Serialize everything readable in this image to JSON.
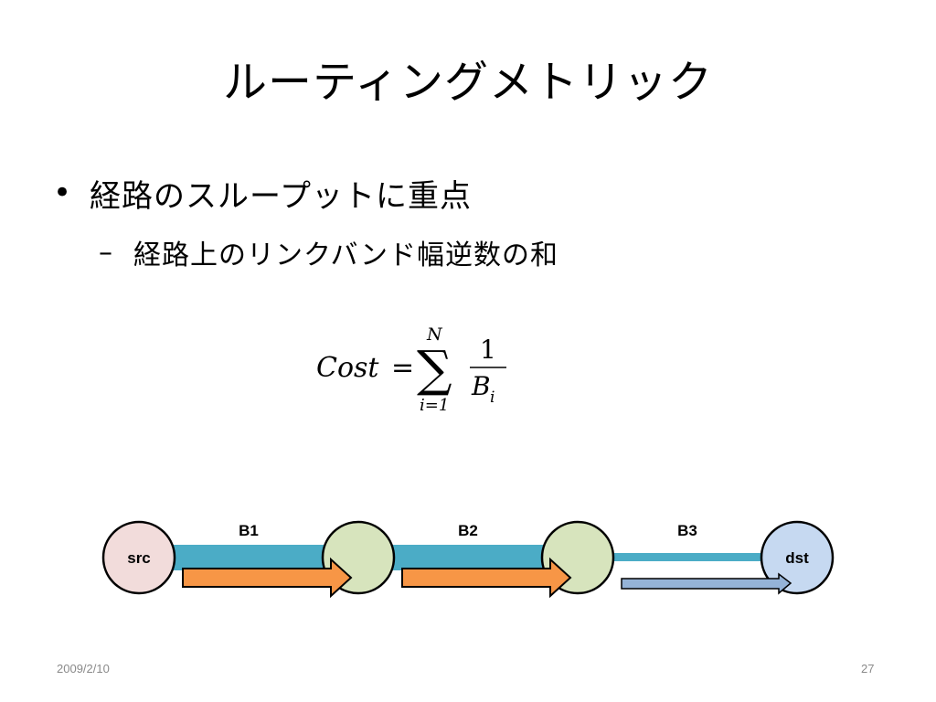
{
  "title": "ルーティングメトリック",
  "bullet": {
    "marker": "•",
    "text": "経路のスループットに重点"
  },
  "sub_bullet": {
    "marker": "–",
    "text": "経路上のリンクバンド幅逆数の和"
  },
  "formula": {
    "lhs": "Cost",
    "equals": "=",
    "sum_symbol": "∑",
    "upper": "N",
    "lower": "i=1",
    "numerator": "1",
    "denominator": "B",
    "subscript": "i"
  },
  "diagram": {
    "nodes": [
      "src",
      "",
      "",
      "dst"
    ],
    "links": [
      "B1",
      "B2",
      "B3"
    ]
  },
  "footer": {
    "date": "2009/2/10",
    "page": "27"
  },
  "colors": {
    "src_fill": "#f2dcdb",
    "mid_fill": "#d7e4bd",
    "dst_fill": "#c6d9f1",
    "link": "#4bacc6",
    "arrow_thick": "#f79646",
    "arrow_thin": "#95b3d7",
    "outline": "#000000"
  }
}
